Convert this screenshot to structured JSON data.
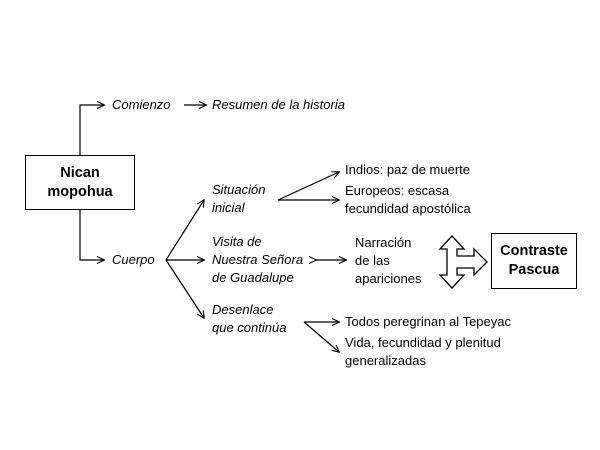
{
  "root_box": {
    "line1": "Nican",
    "line2": "mopohua"
  },
  "branches": {
    "comienzo": "Comienzo",
    "resumen": "Resumen de la historia",
    "cuerpo": "Cuerpo"
  },
  "cuerpo_items": {
    "situacion": {
      "line1": "Situación",
      "line2": "inicial"
    },
    "visita": {
      "line1": "Visita de",
      "line2": "Nuestra Señora",
      "line3": "de Guadalupe"
    },
    "desenlace": {
      "line1": "Desenlace",
      "line2": "que continúa"
    }
  },
  "situacion_details": {
    "indios": "Indios: paz de muerte",
    "europeos": {
      "line1": "Europeos: escasa",
      "line2": "fecundidad apostólica"
    }
  },
  "visita_details": {
    "narracion": {
      "line1": "Narración",
      "line2": "de las",
      "line3": "apariciones"
    }
  },
  "desenlace_details": {
    "todos": "Todos peregrinan al Tepeyac",
    "vida": {
      "line1": "Vida, fecundidad y plenitud",
      "line2": "generalizadas"
    }
  },
  "contrast_box": {
    "line1": "Contraste",
    "line2": "Pascua"
  }
}
